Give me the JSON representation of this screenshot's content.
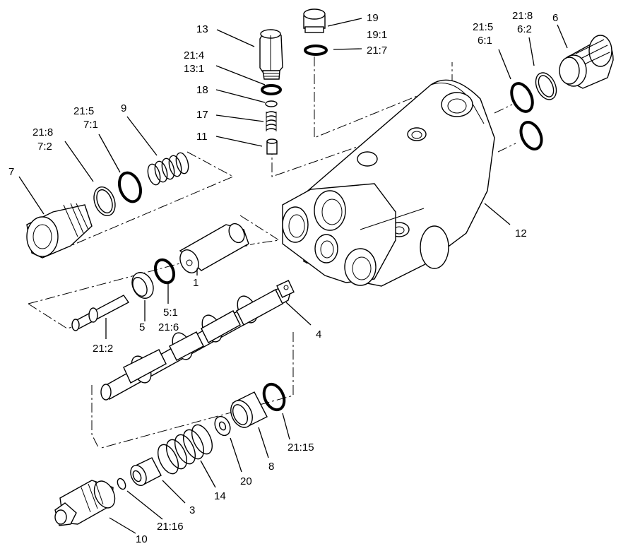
{
  "callouts": {
    "p1": "1",
    "p3": "3",
    "p4": "4",
    "p5": "5",
    "p6": "6",
    "p7": "7",
    "p8": "8",
    "p9": "9",
    "p10": "10",
    "p11": "11",
    "p12": "12",
    "p13": "13",
    "p14": "14",
    "p17": "17",
    "p18": "18",
    "p19": "19",
    "p20": "20",
    "p19_1": "19:1",
    "p21_7": "21:7",
    "p21_4": "21:4",
    "p13_1": "13:1",
    "p21_5a": "21:5",
    "p6_1": "6:1",
    "p21_8a": "21:8",
    "p6_2": "6:2",
    "p21_5b": "21:5",
    "p7_1": "7:1",
    "p21_8b": "21:8",
    "p7_2": "7:2",
    "p5_1": "5:1",
    "p21_6": "21:6",
    "p21_2": "21:2",
    "p21_15": "21:15",
    "p21_16": "21:16"
  }
}
